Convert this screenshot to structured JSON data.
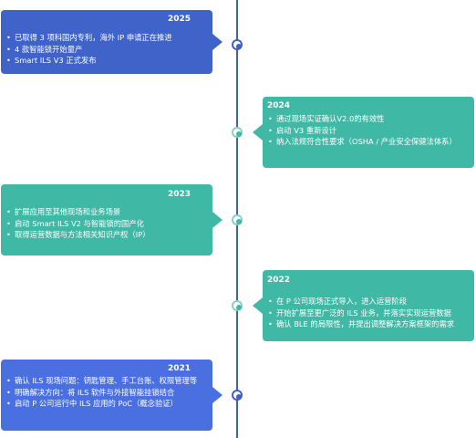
{
  "timeline": [
    {
      "year": "2025",
      "items": [
        "已取得 3 项科国内专利，海外 IP 申请正在推进",
        "4 款智能锁开始量产",
        "Smart ILS V3 正式发布"
      ]
    },
    {
      "year": "2024",
      "items": [
        "通过现场实证确认V2.0的有效性",
        "启动 V3 重新设计",
        "纳入法规符合性要求（OSHA / 产业安全保健法体系）"
      ]
    },
    {
      "year": "2023",
      "items": [
        "扩展应用至其他现场和业务场景",
        "启动 Smart ILS V2 与智能锁的国产化",
        "取得运营数据与方法相关知识产权（IP）"
      ]
    },
    {
      "year": "2022",
      "items": [
        "在 P 公司现场正式导入，进入运营阶段",
        "开始扩展至更广泛的 ILS 业务，并落实实现运营数据",
        "确认 BLE 的局限性，并提出调整解决方案框架的需求"
      ]
    },
    {
      "year": "2021",
      "items": [
        "确认 ILS 现场问题：钥匙管理、手工台账、权限管理等",
        "明确解决方向：将 ILS 软件与外接智能挂锁结合",
        "启动 P 公司运行中 ILS 应用的 PoC（概念验证）"
      ]
    }
  ],
  "colors": {
    "axis": "#3f5fc1",
    "card_blue": "#3f63c8",
    "card_teal": "#3fb8a5",
    "card_blue_light": "#4a6fe0"
  }
}
